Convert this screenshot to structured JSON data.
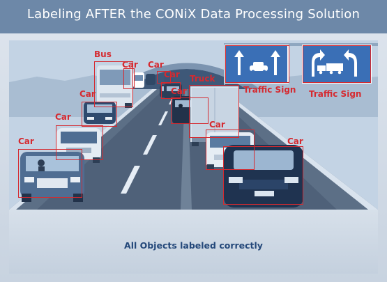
{
  "title": "Labeling AFTER the CONiX Data Processing Solution",
  "caption": "All Objects labeled correctly",
  "colors": {
    "header_bg": "#6d88a8",
    "bbox_red": "#d52a30",
    "sign_blue": "#3a6fb6",
    "caption_text": "#24487a"
  },
  "labels": {
    "bus": "Bus",
    "car": "Car",
    "truck": "Truck",
    "traffic_sign": "Traffic Sign"
  }
}
